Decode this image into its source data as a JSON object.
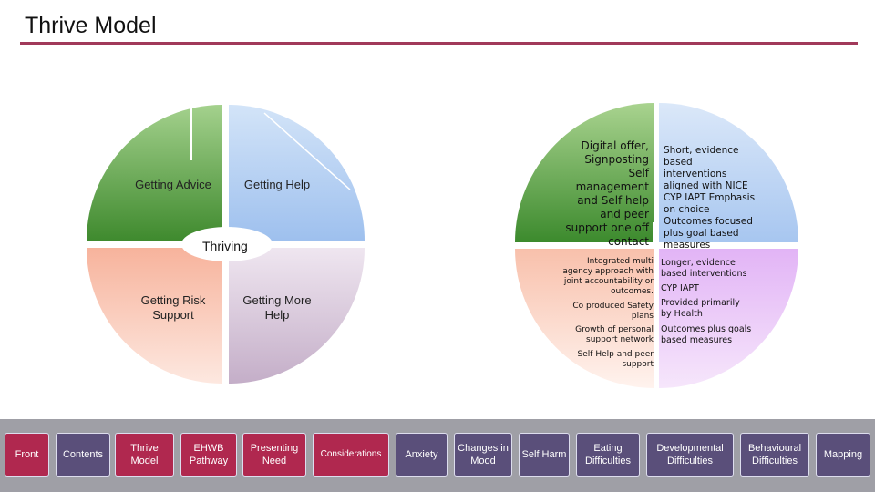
{
  "page": {
    "title": "Thrive Model"
  },
  "left_diagram": {
    "getting_advice": "Getting Advice",
    "getting_help": "Getting Help",
    "thriving": "Thriving",
    "getting_risk_support": "Getting Risk Support",
    "getting_more_help": "Getting More Help"
  },
  "right_diagram": {
    "getting_advice_text": "Digital offer, Signposting Self management and Self help and peer support one off contact",
    "getting_help_text": "Short, evidence based interventions aligned with NICE CYP IAPT Emphasis on choice Outcomes focused plus goal based measures",
    "risk_support_items": [
      "Integrated multi agency approach with joint accountability or outcomes.",
      "Co produced Safety plans",
      "Growth of personal support network",
      "Self Help and peer support"
    ],
    "more_help_items": [
      "Longer, evidence based interventions",
      "CYP IAPT",
      "Provided primarily by Health",
      "Outcomes plus goals based measures"
    ]
  },
  "nav": {
    "front": "Front",
    "contents": "Contents",
    "thrive_model": "Thrive Model",
    "ehwb_pathway": "EHWB Pathway",
    "presenting_need": "Presenting Need",
    "considerations": "Considerations",
    "anxiety": "Anxiety",
    "changes_in_mood": "Changes in Mood",
    "self_harm": "Self Harm",
    "eating_difficulties": "Eating Difficulties",
    "developmental_difficulties": "Developmental Difficulties",
    "behavioural_difficulties": "Behavioural Difficulties",
    "mapping": "Mapping"
  },
  "colors": {
    "accent": "#a1395a",
    "green": "#4f9a3c",
    "blue": "#a9c8f0",
    "peach": "#f7b9a3",
    "mauve": "#cdb6cf",
    "lilac": "#e0b4f4",
    "nav_dark": "#5a4f7a",
    "nav_red": "#b0284f"
  }
}
